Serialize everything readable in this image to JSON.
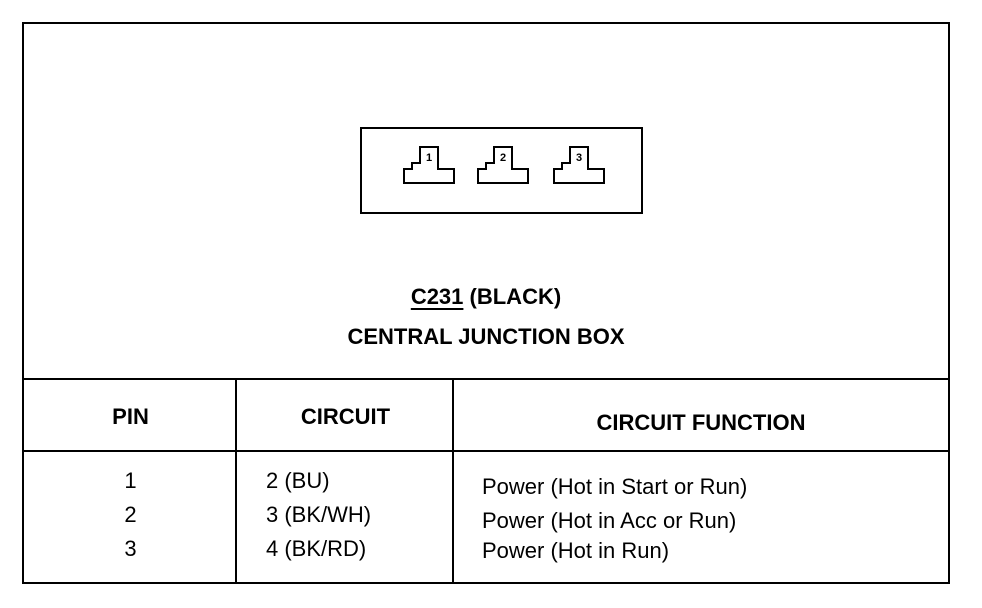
{
  "connector": {
    "id": "C231",
    "color_label": "(BLACK)",
    "name": "CENTRAL JUNCTION BOX",
    "pins": [
      "1",
      "2",
      "3"
    ]
  },
  "table": {
    "headers": {
      "pin": "PIN",
      "circuit": "CIRCUIT",
      "function": "CIRCUIT FUNCTION"
    },
    "rows": [
      {
        "pin": "1",
        "circuit": "2 (BU)",
        "function": "Power (Hot in Start or Run)"
      },
      {
        "pin": "2",
        "circuit": "3 (BK/WH)",
        "function": "Power (Hot in Acc or Run)"
      },
      {
        "pin": "3",
        "circuit": "4 (BK/RD)",
        "function": "Power (Hot in Run)"
      }
    ]
  }
}
